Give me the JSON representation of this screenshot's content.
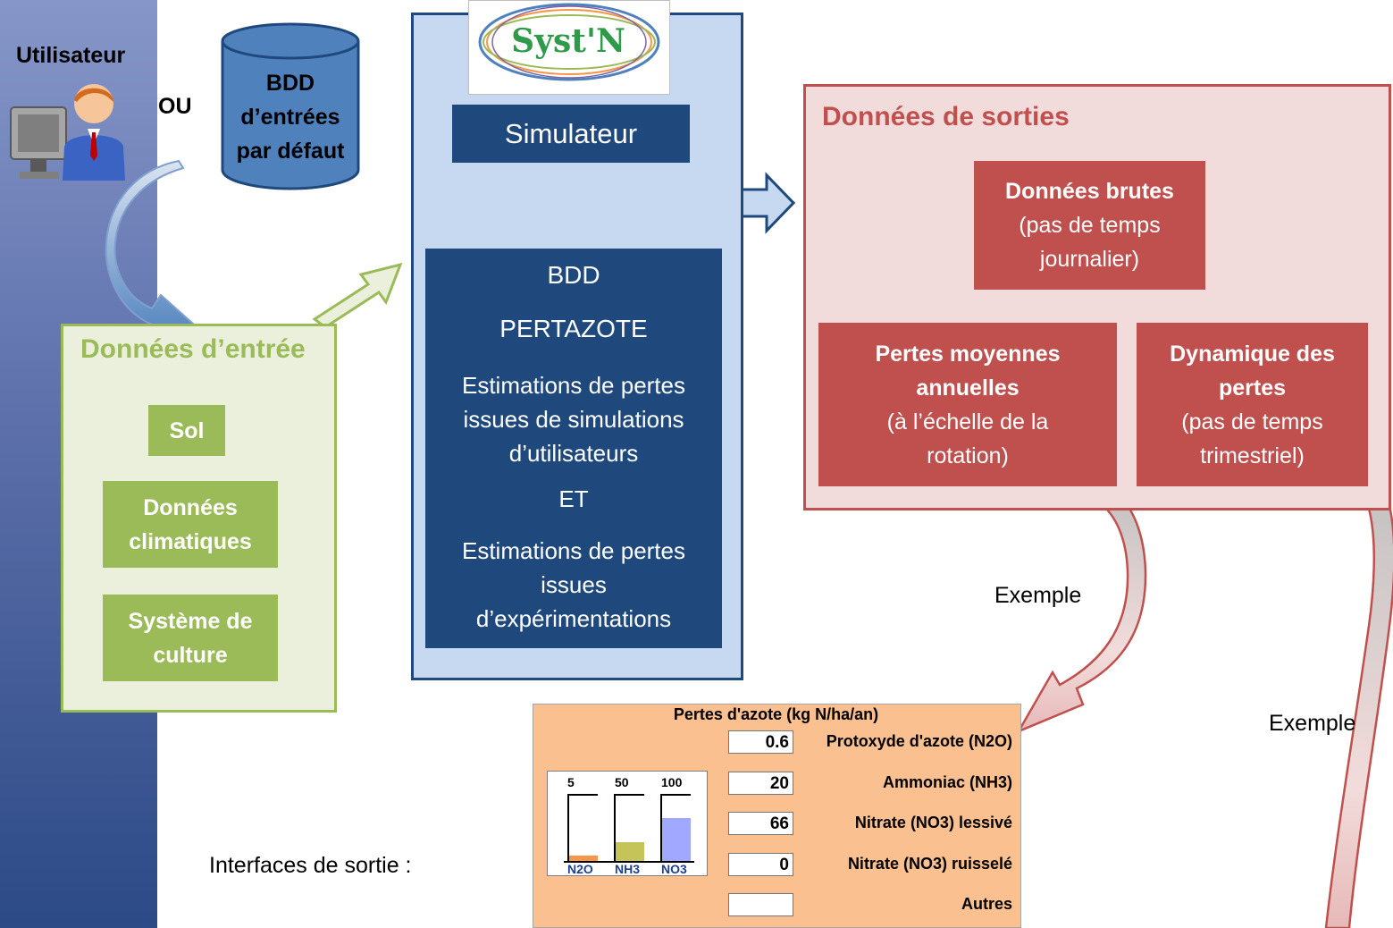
{
  "user": {
    "label": "Utilisateur",
    "or": "OU"
  },
  "default_db": {
    "lines": [
      "BDD",
      "d’entrées",
      "par défaut"
    ]
  },
  "inputs": {
    "title": "Données d’entrée",
    "items": [
      "Sol",
      "Données climatiques",
      "Système de culture"
    ]
  },
  "logo": {
    "text": "Syst'N"
  },
  "simulator": {
    "label": "Simulateur"
  },
  "db": {
    "line1": "BDD",
    "line2": "PERTAZOTE",
    "est1": "Estimations de pertes issues de simulations d’utilisateurs",
    "and": "ET",
    "est2": "Estimations de pertes issues d’expérimentations"
  },
  "outputs": {
    "title": "Données de sorties",
    "raw_title": "Données brutes",
    "raw_sub": "(pas de temps journalier)",
    "annual_title": "Pertes moyennes annuelles",
    "annual_sub": "(à l’échelle de la rotation)",
    "dyn_title": "Dynamique des pertes",
    "dyn_sub": "(pas de temps trimestriel)"
  },
  "example1": "Exemple",
  "example2": "Exemple",
  "interfaces_label": "Interfaces de sortie :",
  "panel": {
    "title": "Pertes d'azote (kg N/ha/an)",
    "rows": [
      {
        "value": "0.6",
        "label": "Protoxyde d'azote (N2O)"
      },
      {
        "value": "20",
        "label": "Ammoniac (NH3)"
      },
      {
        "value": "66",
        "label": "Nitrate (NO3) lessivé"
      },
      {
        "value": "0",
        "label": "Nitrate (NO3) ruisselé"
      },
      {
        "value": "",
        "label": "Autres"
      }
    ],
    "bars": [
      {
        "top": "5",
        "name": "N2O",
        "fill": 0.09,
        "color": "#f79646"
      },
      {
        "top": "50",
        "name": "NH3",
        "fill": 0.3,
        "color": "#c4c458"
      },
      {
        "top": "100",
        "name": "NO3",
        "fill": 0.66,
        "color": "#a0a8ff"
      }
    ]
  }
}
